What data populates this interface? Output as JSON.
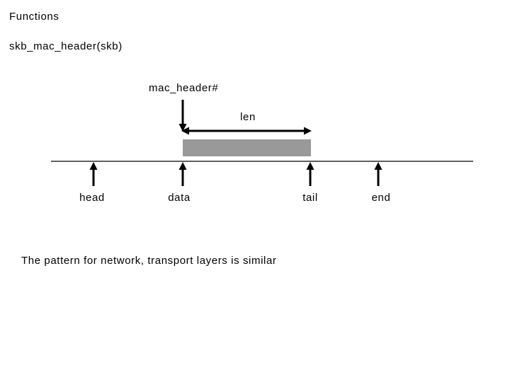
{
  "slide": {
    "title": "Functions",
    "subtitle": "skb_mac_header(skb)",
    "note": "The pattern for network, transport layers is similar"
  },
  "diagram": {
    "field_label": "mac_header#",
    "len_label": "len",
    "pointers": [
      {
        "label": "head"
      },
      {
        "label": "data"
      },
      {
        "label": "tail"
      },
      {
        "label": "end"
      }
    ],
    "colors": {
      "buffer_fill": "#999999",
      "stroke": "#000000",
      "background": "#ffffff"
    }
  }
}
